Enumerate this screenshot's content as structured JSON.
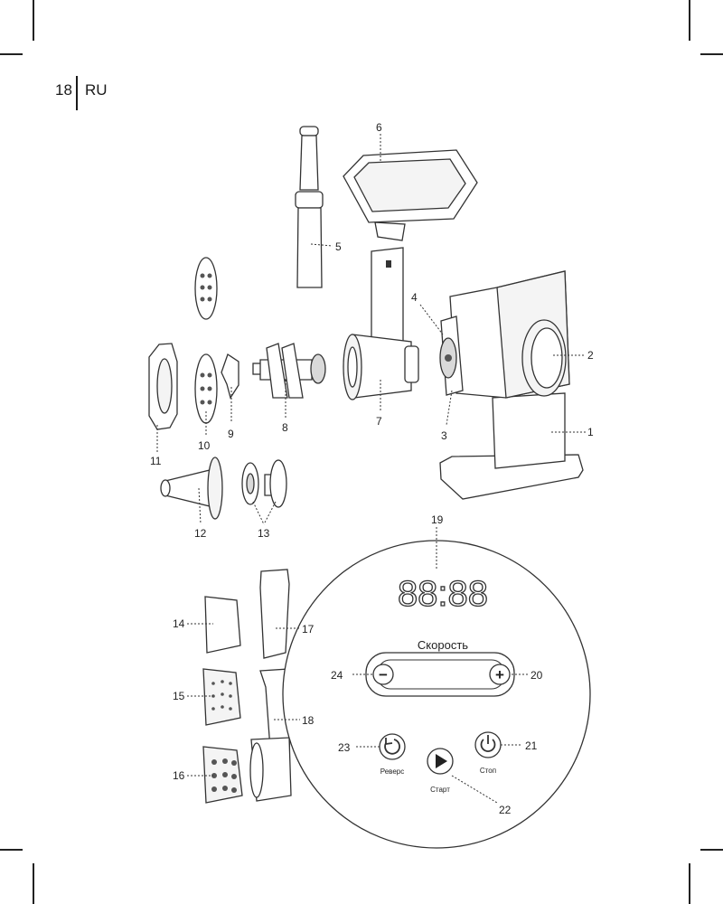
{
  "page": {
    "number": "18",
    "language": "RU"
  },
  "callouts": [
    "1",
    "2",
    "3",
    "4",
    "5",
    "6",
    "7",
    "8",
    "9",
    "10",
    "11",
    "12",
    "13",
    "14",
    "15",
    "16",
    "17",
    "18",
    "19",
    "20",
    "21",
    "22",
    "23",
    "24"
  ],
  "panel": {
    "display": "88:88",
    "speed_label": "Скорость",
    "minus_symbol": "−",
    "plus_symbol": "+",
    "reverse_label": "Реверс",
    "start_label": "Старт",
    "stop_label": "Стоп"
  }
}
